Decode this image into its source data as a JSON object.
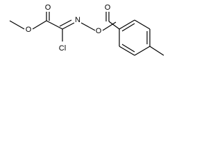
{
  "molecule": {
    "atom_labels": {
      "o_ester_carbonyl": "O",
      "o_ester_single": "O",
      "n_oxime": "N",
      "cl": "Cl",
      "o_oxime": "O",
      "o_benzoyl_carbonyl": "O"
    }
  }
}
